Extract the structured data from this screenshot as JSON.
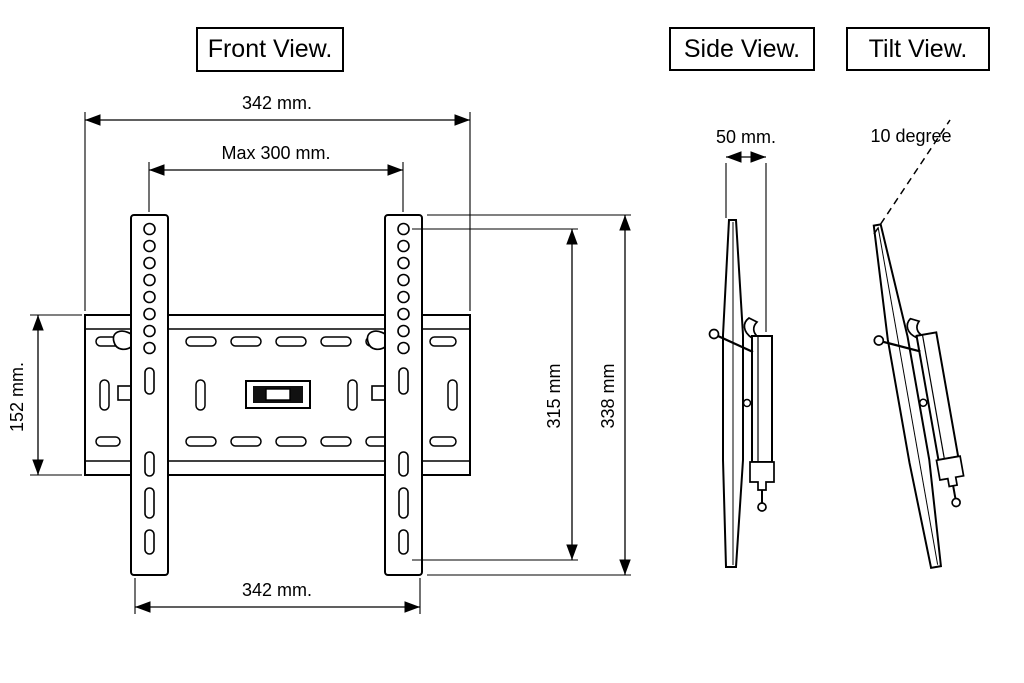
{
  "canvas": {
    "background": "#ffffff",
    "line_color": "#000000"
  },
  "views": {
    "front": {
      "label": "Front View."
    },
    "side": {
      "label": "Side View."
    },
    "tilt": {
      "label": "Tilt View."
    }
  },
  "dimensions": {
    "front_top_width": "342 mm.",
    "max_hole_width": "Max 300 mm.",
    "plate_height": "152 mm.",
    "hole_span_height": "315 mm",
    "bracket_height": "338 mm",
    "front_bottom_width": "342 mm.",
    "side_depth": "50 mm.",
    "tilt_angle": "10 degree"
  }
}
